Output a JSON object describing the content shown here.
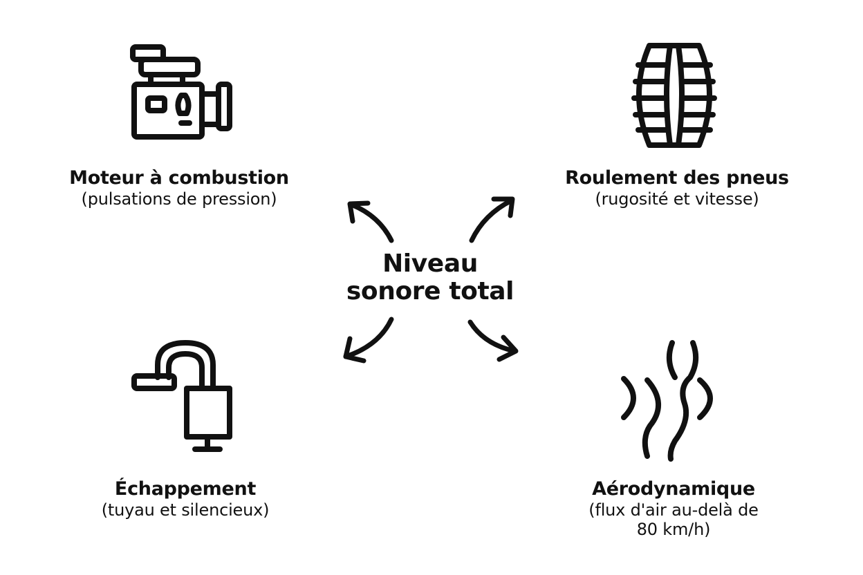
{
  "center": {
    "line1": "Niveau",
    "line2": "sonore total"
  },
  "sources": {
    "engine": {
      "title": "Moteur à combustion",
      "desc": "(pulsations de pression)",
      "icon": "engine-icon"
    },
    "tires": {
      "title": "Roulement des pneus",
      "desc": "(rugosité et vitesse)",
      "icon": "tire-icon"
    },
    "exhaust": {
      "title": "Échappement",
      "desc": "(tuyau et silencieux)",
      "icon": "exhaust-icon"
    },
    "aero": {
      "title": "Aérodynamique",
      "desc_line1": "(flux d'air au-delà de",
      "desc_line2": "80 km/h)",
      "icon": "airflow-icon"
    }
  },
  "colors": {
    "ink": "#111111",
    "background": "#ffffff"
  }
}
